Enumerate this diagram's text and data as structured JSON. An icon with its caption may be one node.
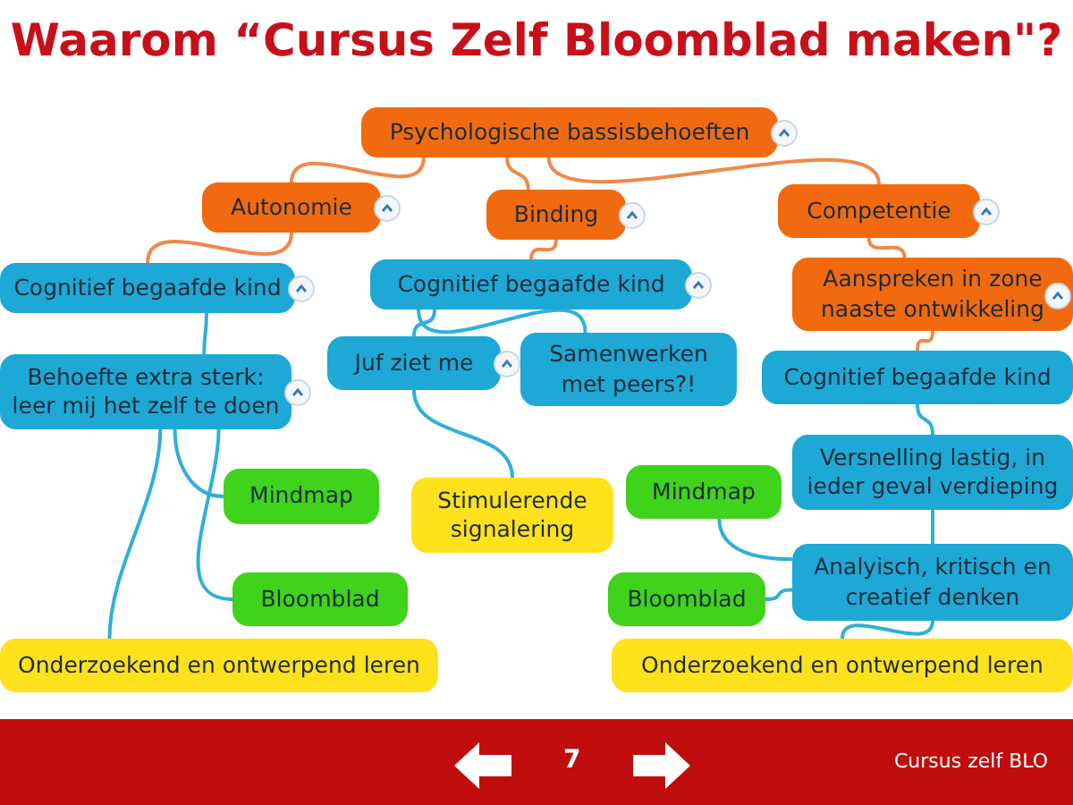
{
  "diagram": {
    "title": "Waarom “Cursus Zelf Bloomblad maken\"?",
    "nodes": [
      {
        "text": [
          "Psychologische bassisbehoeften"
        ]
      },
      {
        "text": [
          "Autonomie"
        ]
      },
      {
        "text": [
          "Binding"
        ]
      },
      {
        "text": [
          "Competentie"
        ]
      },
      {
        "text": [
          "Cognitief begaafde kind"
        ]
      },
      {
        "text": [
          "Cognitief begaafde kind"
        ]
      },
      {
        "text": [
          "Aanspreken in zone naaste ontwikkeling"
        ]
      },
      {
        "text": [
          "Behoefte extra sterk: leer mij het zelf te doen"
        ]
      },
      {
        "text": [
          "Juf ziet me"
        ]
      },
      {
        "text": [
          "Samenwerken met peers?!"
        ]
      },
      {
        "text": [
          "Cognitief begaafde kind"
        ]
      },
      {
        "text": [
          "Versnelling lastig, in ieder geval verdieping"
        ]
      },
      {
        "text": [
          "Mindmap"
        ]
      },
      {
        "text": [
          "Stimulerende signalering"
        ]
      },
      {
        "text": [
          "Mindmap"
        ]
      },
      {
        "text": [
          "Bloomblad"
        ]
      },
      {
        "text": [
          "Analyisch, kritisch en creatief denken"
        ]
      },
      {
        "text": [
          "Bloomblad"
        ]
      },
      {
        "text": [
          "Onderzoekend en ontwerpend leren"
        ]
      },
      {
        "text": [
          "Onderzoekend en ontwerpend leren"
        ]
      }
    ],
    "edges": [
      {
        "from": 0,
        "to": 1,
        "arrow": "none",
        "color": "#f0894a"
      },
      {
        "from": 0,
        "to": 2,
        "arrow": "none",
        "color": "#f0894a"
      },
      {
        "from": 0,
        "to": 3,
        "arrow": "none",
        "color": "#f0894a"
      },
      {
        "from": 1,
        "to": 4,
        "arrow": "none",
        "color": "#f0894a"
      },
      {
        "from": 2,
        "to": 5,
        "arrow": "none",
        "color": "#f0894a"
      },
      {
        "from": 3,
        "to": 6,
        "arrow": "none",
        "color": "#f0894a"
      },
      {
        "from": 4,
        "to": 7,
        "arrow": "none"
      },
      {
        "from": 5,
        "to": 8,
        "arrow": "none"
      },
      {
        "from": 5,
        "to": 9,
        "arrow": "none"
      },
      {
        "from": 6,
        "to": 10,
        "arrow": "none",
        "color": "#f0894a"
      },
      {
        "from": 7,
        "to": 12,
        "arrow": "none"
      },
      {
        "from": 7,
        "to": 15,
        "arrow": "none"
      },
      {
        "from": 7,
        "to": 18,
        "arrow": "none"
      },
      {
        "from": 8,
        "to": 13,
        "arrow": "none"
      },
      {
        "from": 10,
        "to": 11,
        "arrow": "none"
      },
      {
        "from": 11,
        "to": 16,
        "arrow": "none"
      },
      {
        "from": 16,
        "to": 14,
        "arrow": "none"
      },
      {
        "from": 16,
        "to": 17,
        "arrow": "none"
      },
      {
        "from": 16,
        "to": 19,
        "arrow": "none"
      }
    ],
    "labels": [
      "7",
      "Cursus zelf BLO"
    ]
  }
}
